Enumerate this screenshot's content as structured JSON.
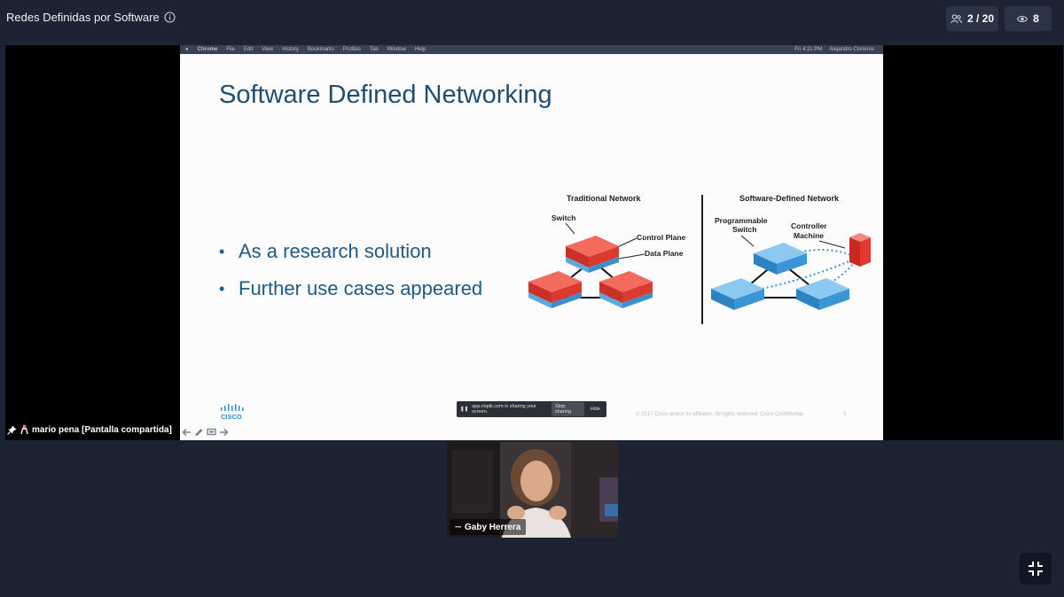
{
  "header": {
    "title": "Redes Definidas por Software",
    "participants": "2 / 20",
    "viewers": "8"
  },
  "slide": {
    "menubar": {
      "app": "Chrome",
      "menus": [
        "File",
        "Edit",
        "View",
        "History",
        "Bookmarks",
        "Profiles",
        "Tab",
        "Window",
        "Help"
      ],
      "clock": "Fri 4:21 PM",
      "user": "Alejandro Cisneros"
    },
    "title": "Software Defined Networking",
    "bullets": [
      "As a research solution",
      "Further use cases appeared"
    ],
    "diagram": {
      "traditional_title": "Traditional Network",
      "sdn_title": "Software-Defined Network",
      "switch_label": "Switch",
      "control_plane_label": "Control Plane",
      "data_plane_label": "Data Plane",
      "programmable_switch_label_1": "Programmable",
      "programmable_switch_label_2": "Switch",
      "controller_label_1": "Controller",
      "controller_label_2": "Machine"
    },
    "logo_text": "CISCO",
    "footer": "© 2017 Cisco and/or its affiliates. All rights reserved.   Cisco Confidential",
    "page_number": "3",
    "share_banner": {
      "message": "app.rispik.com is sharing your screen.",
      "stop": "Stop sharing",
      "hide": "Hide"
    }
  },
  "presenter": {
    "label": "mario pena [Pantalla compartida]"
  },
  "video": {
    "name": "Gaby Herrera"
  },
  "colors": {
    "background": "#1c2433",
    "title": "#1e4e73",
    "bullet": "#1f5a86",
    "red_switch": "#e8463c",
    "blue_switch": "#3a96d6"
  },
  "icons": [
    "info-icon",
    "participants-icon",
    "eye-icon",
    "pin-icon",
    "person-icon",
    "arrow-left-icon",
    "pencil-icon",
    "screen-icon",
    "arrow-right-icon",
    "more-icon",
    "exit-fullscreen-icon"
  ]
}
